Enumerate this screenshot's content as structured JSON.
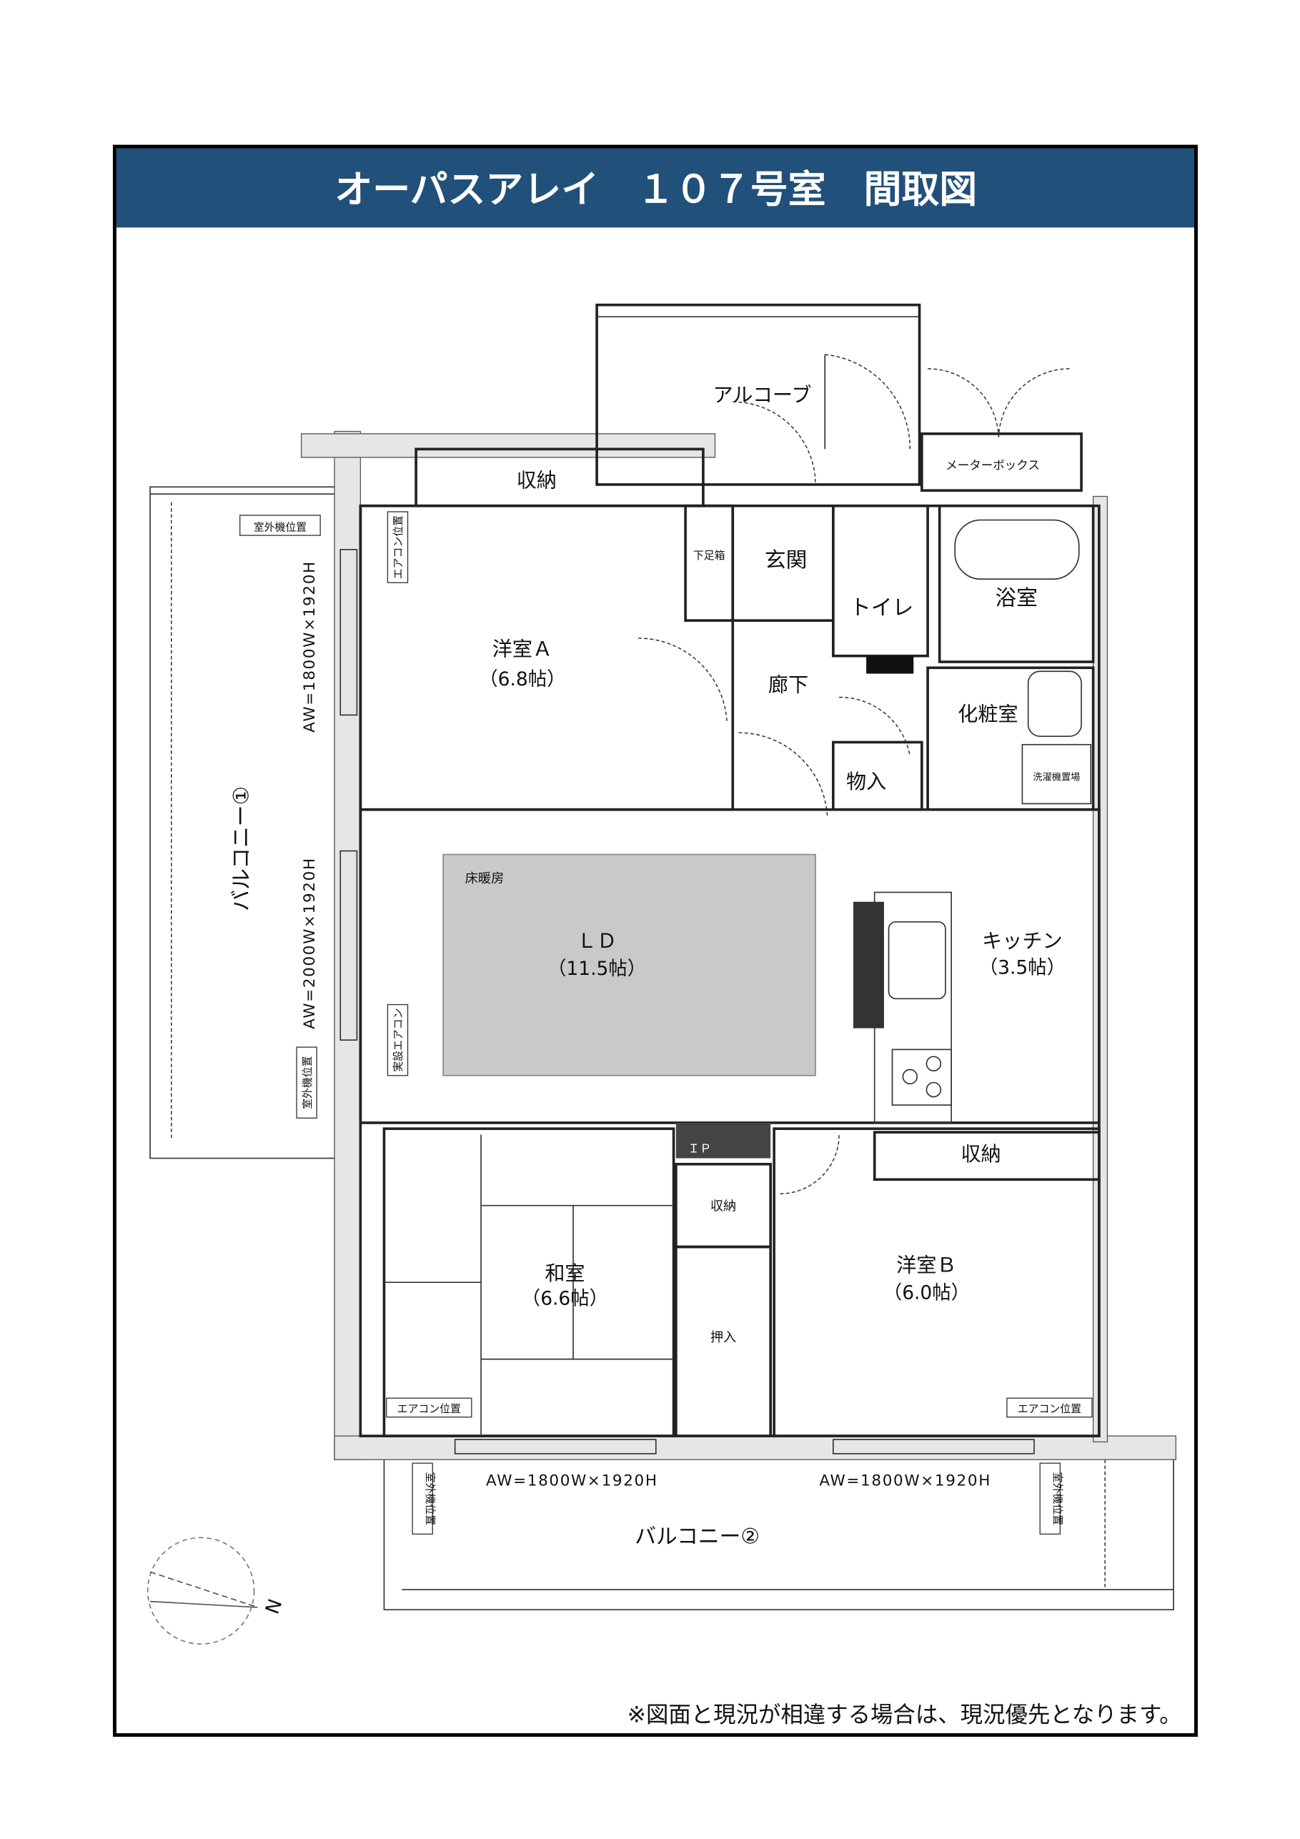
{
  "header": {
    "title": "オーパスアレイ　１０７号室　間取図",
    "bar_color": "#21507a"
  },
  "rooms": {
    "alcove": "アルコーブ",
    "meter_box": "メーターボックス",
    "storage_top": "収納",
    "shoe_box": "下足箱",
    "entrance": "玄関",
    "toilet": "トイレ",
    "bath": "浴室",
    "hallway": "廊下",
    "western_a": "洋室Ａ",
    "western_a_size": "（6.8帖）",
    "vanity": "化粧室",
    "closet": "物入",
    "washer": "洗濯機置場",
    "floor_heating": "床暖房",
    "ld": "ＬＤ",
    "ld_size": "（11.5帖）",
    "kitchen": "キッチン",
    "kitchen_size": "（3.5帖）",
    "storage_b": "収納",
    "japanese": "和室",
    "japanese_size": "（6.6帖）",
    "storage_j": "収納",
    "oshiire": "押入",
    "western_b": "洋室Ｂ",
    "western_b_size": "（6.0帖）",
    "balcony1": "バルコニー①",
    "balcony2": "バルコニー②",
    "ip": "ＩＰ"
  },
  "tags": {
    "outdoor_unit_1": "室外機位置",
    "outdoor_unit_2": "室外機位置",
    "outdoor_unit_3": "室外機位置",
    "outdoor_unit_4": "室外機位置",
    "ac_a": "エアコン位置",
    "ac_ld": "実設エアコン",
    "ac_j": "エアコン位置",
    "ac_b": "エアコン位置"
  },
  "windows": {
    "w1": "AW=1800W×1920H",
    "w2": "AW=2000W×1920H",
    "w3": "AW=1800W×1920H",
    "w4": "AW=1800W×1920H"
  },
  "compass": {
    "label": "N"
  },
  "footer": {
    "note": "※図面と現況が相違する場合は、現況優先となります。"
  }
}
